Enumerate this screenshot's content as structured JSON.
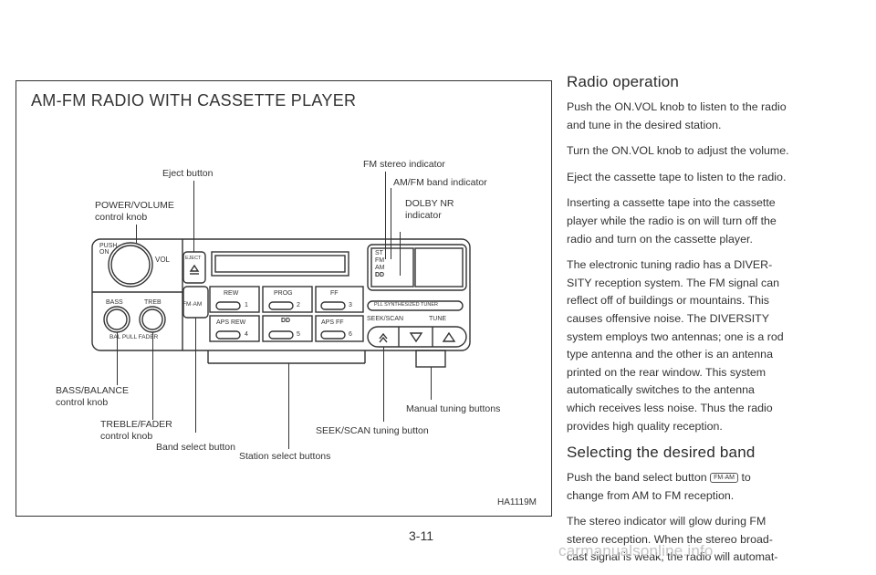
{
  "figure": {
    "title": "AM-FM RADIO WITH CASSETTE PLAYER",
    "code": "HA1119M",
    "callouts": {
      "eject_button": "Eject button",
      "power_volume": [
        "POWER/VOLUME",
        "control knob"
      ],
      "fm_stereo_indicator": "FM stereo indicator",
      "am_fm_band_indicator": "AM/FM band indicator",
      "dolby_nr_indicator": [
        "DOLBY NR",
        "indicator"
      ],
      "bass_balance": [
        "BASS/BALANCE",
        "control knob"
      ],
      "treble_fader": [
        "TREBLE/FADER",
        "control knob"
      ],
      "band_select_button": "Band select button",
      "manual_tuning_buttons": "Manual tuning buttons",
      "seek_scan_tuning_button": "SEEK/SCAN tuning button",
      "station_select_buttons": "Station select buttons"
    },
    "device_labels": {
      "push_on": [
        "PUSH",
        "ON"
      ],
      "vol": "VOL",
      "eject": "EJECT",
      "bass": "BASS",
      "treb": "TREB",
      "bal_pull_fader": "BAL PULL FADER",
      "fm_am": "FM·AM",
      "rew": "REW",
      "prog": "PROG",
      "ff": "FF",
      "aps_rew": "APS REW",
      "aps_ff": "APS FF",
      "dolby_symbol": "DD",
      "preset_1": "1",
      "preset_2": "2",
      "preset_3": "3",
      "preset_4": "4",
      "preset_5": "5",
      "preset_6": "6",
      "st": "ST",
      "fm": "FM",
      "am": "AM",
      "dd": "DD",
      "pll": "PLL SYNTHESIZED TUNER",
      "seek_scan": "SEEK/SCAN",
      "tune": "TUNE"
    }
  },
  "page_number": "3-11",
  "watermark": "carmanualsonline.info",
  "sections": {
    "radio_operation": {
      "heading": "Radio operation",
      "paragraphs": [
        [
          "Push the ON.VOL knob to listen to the radio",
          "and tune in the desired station."
        ],
        [
          "Turn the ON.VOL knob to adjust the volume."
        ],
        [
          "Eject the cassette tape to listen to the radio."
        ],
        [
          "Inserting a cassette tape into the cassette",
          "player while the radio is on will turn off the",
          "radio and turn on the cassette player."
        ],
        [
          "The electronic tuning radio has a DIVER-",
          "SITY reception system. The FM signal can",
          "reflect off of buildings or mountains. This",
          "causes offensive noise. The DIVERSITY",
          "system employs two antennas; one is a rod",
          "type antenna and the other is an antenna",
          "printed on the rear window. This system",
          "automatically switches to the antenna",
          "which receives less noise. Thus the radio",
          "provides high quality reception."
        ]
      ]
    },
    "selecting_band": {
      "heading": "Selecting the desired band",
      "p1_before": "Push the band select button",
      "p1_badge": "FM·AM",
      "p1_after": "to",
      "p1_line2": "change from AM to FM reception.",
      "p2": [
        "The stereo indicator will glow during FM",
        "stereo reception. When the stereo broad-",
        "cast signal is weak, the radio will automat-"
      ]
    }
  }
}
